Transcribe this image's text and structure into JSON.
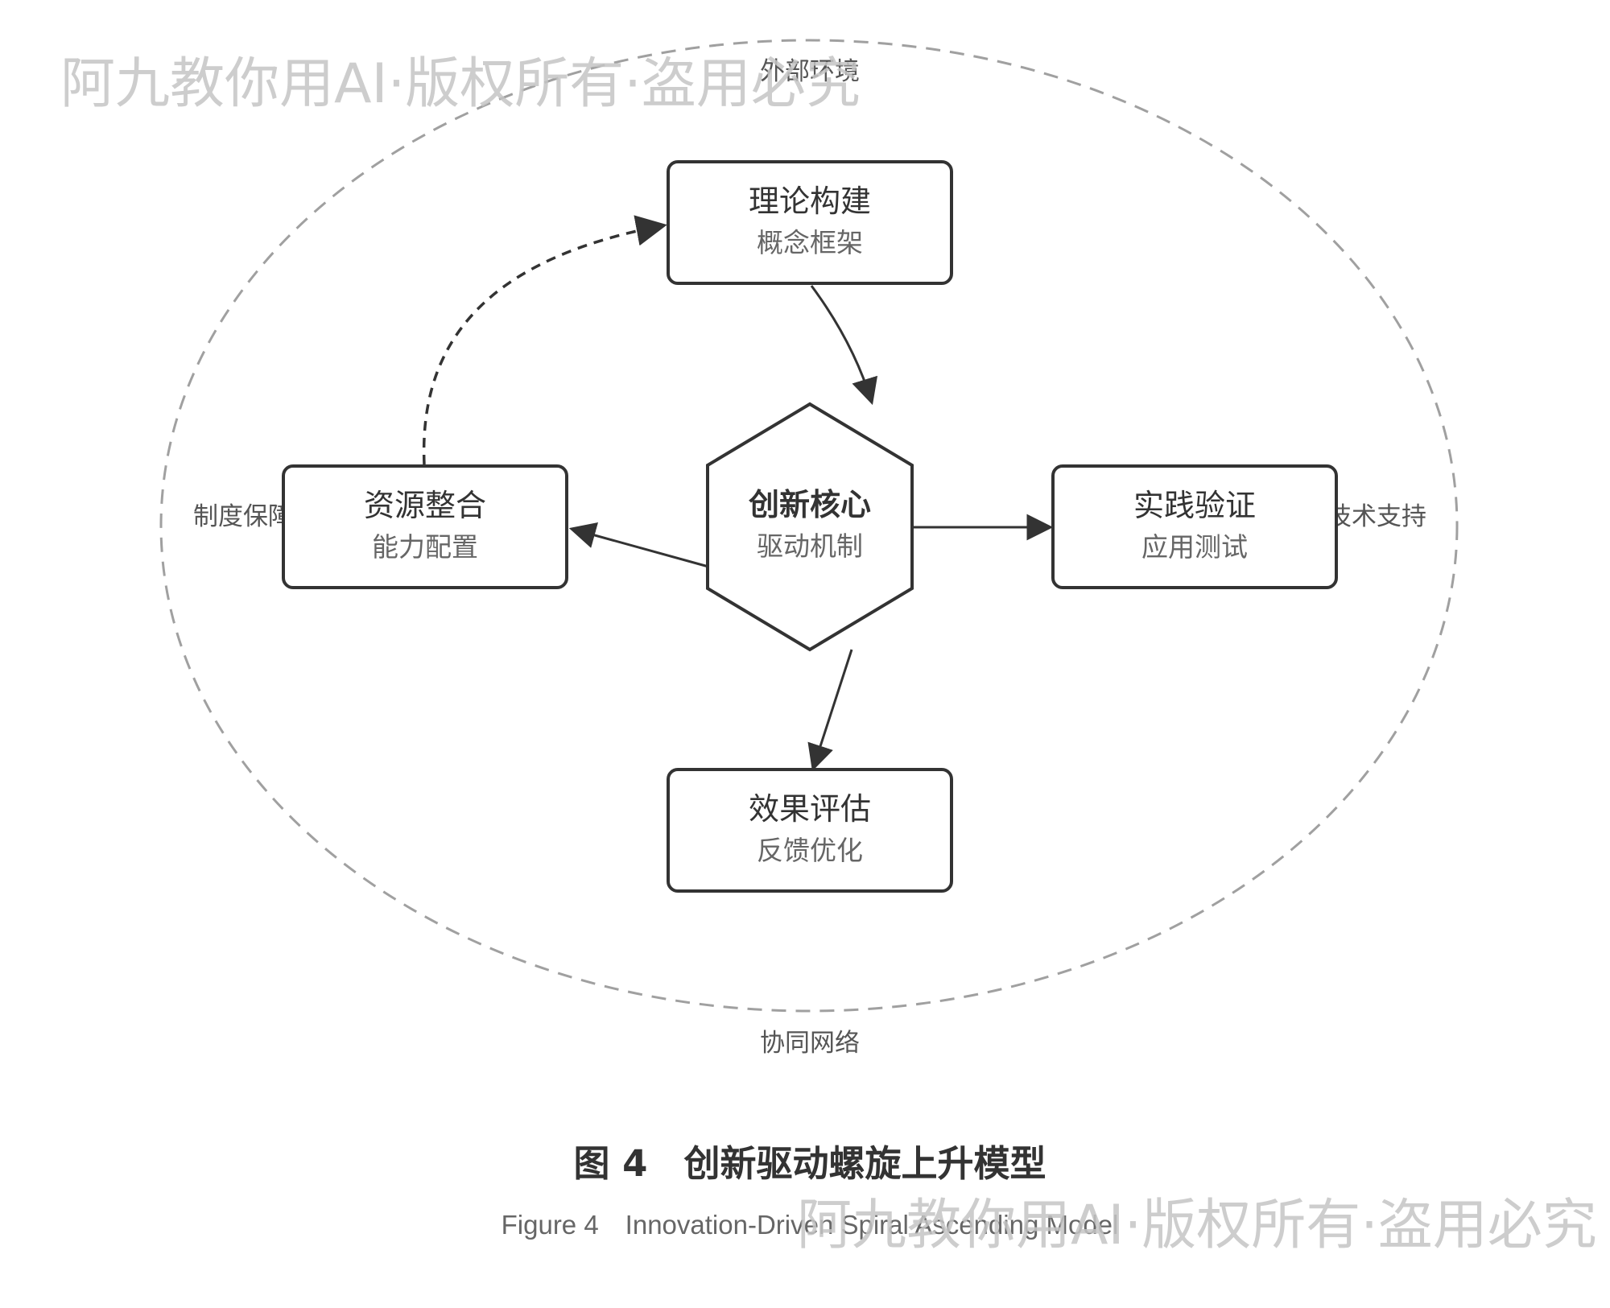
{
  "environment": {
    "top_label": "外部环境",
    "bottom_label": "协同网络",
    "left_label": "制度保障",
    "right_label": "技术支持"
  },
  "core": {
    "title": "创新核心",
    "subtitle": "驱动机制"
  },
  "nodes": {
    "theory": {
      "title": "理论构建",
      "subtitle": "概念框架"
    },
    "practice": {
      "title": "实践验证",
      "subtitle": "应用测试"
    },
    "evaluation": {
      "title": "效果评估",
      "subtitle": "反馈优化"
    },
    "resources": {
      "title": "资源整合",
      "subtitle": "能力配置"
    }
  },
  "caption": {
    "cn": "图 4　创新驱动螺旋上升模型",
    "en": "Figure 4　Innovation-Driven Spiral Ascending Model"
  },
  "watermark": "阿九教你用AI·版权所有·盗用必究",
  "colors": {
    "stroke": "#333333",
    "dashed_env": "#a0a0a0",
    "subtitle": "#666666",
    "watermark": "#c4c4c4"
  }
}
